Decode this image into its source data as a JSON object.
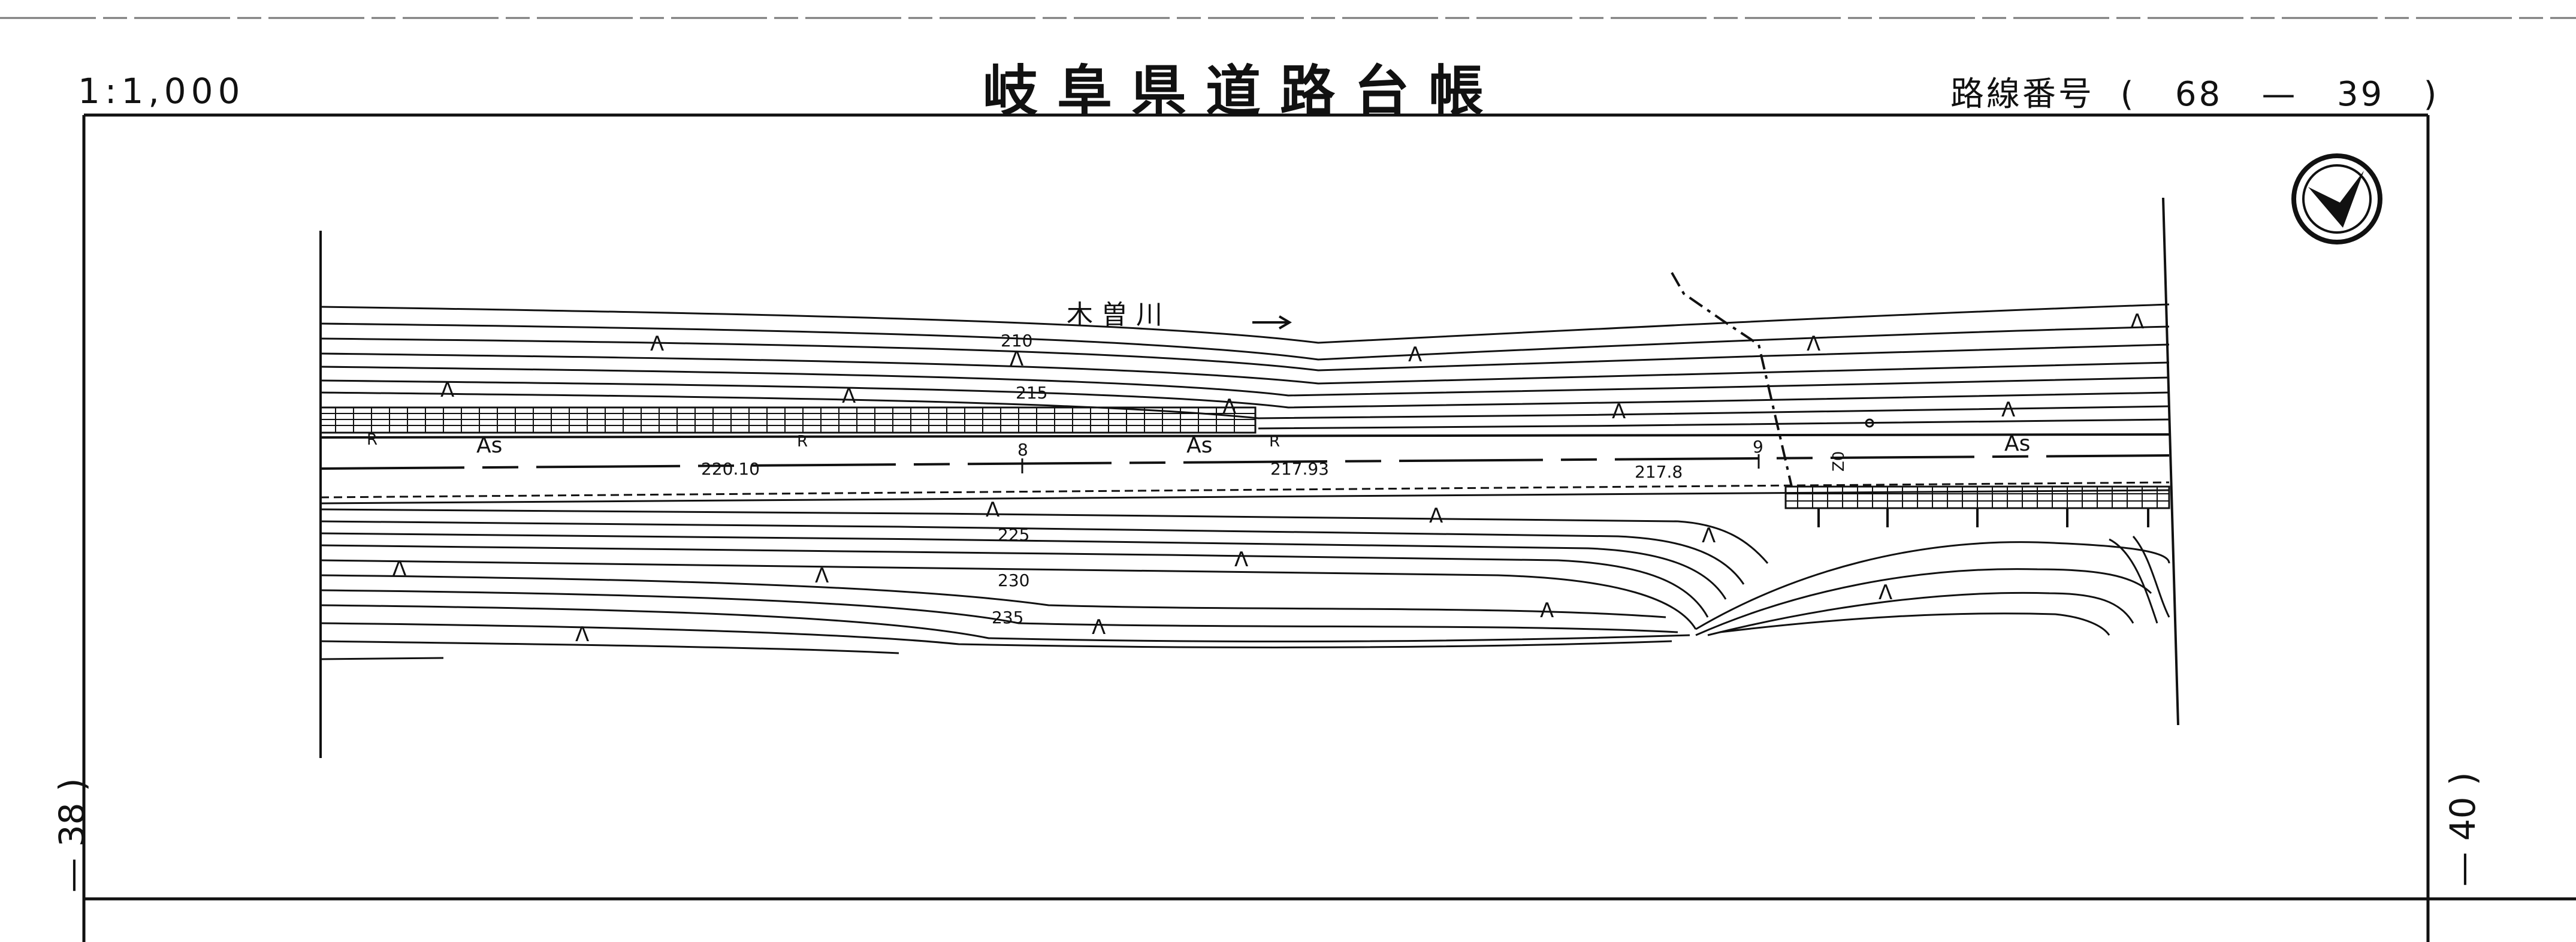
{
  "header": {
    "scale": "1:1,000",
    "title": "岐阜県道路台帳",
    "route_label": "路線番号",
    "route_number": "68",
    "route_sub": "39"
  },
  "sheets": {
    "previous": "38",
    "next": "40"
  },
  "map": {
    "river_label": "木 曽 川",
    "contours": [
      "210",
      "215",
      "225",
      "230",
      "235"
    ],
    "elevations": [
      "220.10",
      "217.93",
      "217.8"
    ],
    "surface_labels": [
      "As",
      "As",
      "As"
    ],
    "road_marks": [
      "R",
      "R",
      "R"
    ],
    "km_markers": [
      "8",
      "9"
    ],
    "side_mark": "Z0"
  }
}
